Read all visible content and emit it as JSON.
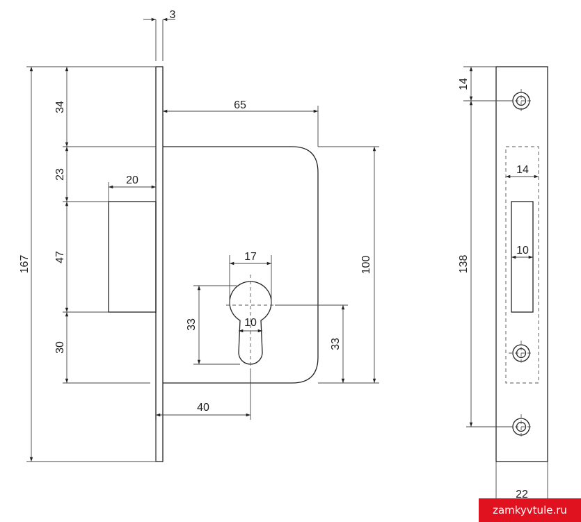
{
  "dimensions": {
    "faceplate_thickness": "3",
    "total_height": "167",
    "top_to_case": "34",
    "case_to_bolt": "23",
    "bolt_height": "47",
    "bolt_to_case_bottom": "30",
    "bolt_projection": "20",
    "case_depth": "65",
    "case_height": "100",
    "cylinder_width": "17",
    "cylinder_slot": "10",
    "cylinder_height": "33",
    "cylinder_axis_to_bottom": "33",
    "backset": "40",
    "side_top_hole": "14",
    "side_hole_spacing": "138",
    "side_bolt_window": "14",
    "side_bolt_width": "10",
    "side_plate_width": "22"
  },
  "watermark": "zamkyvtule.ru",
  "colors": {
    "watermark_bg": "#e0121f",
    "watermark_text": "#ffffff",
    "line": "#222222"
  }
}
